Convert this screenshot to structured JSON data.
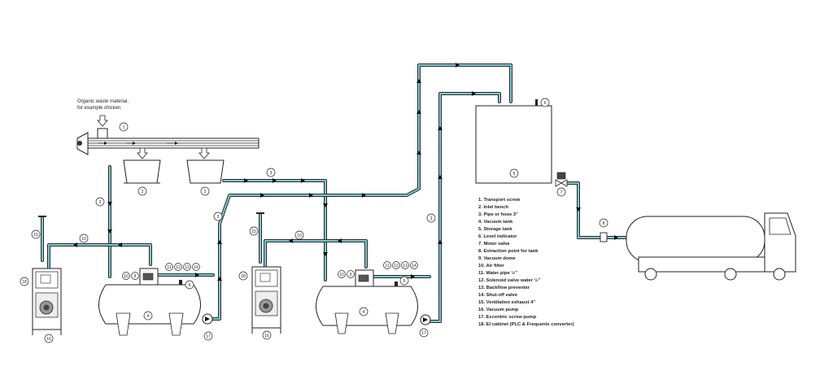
{
  "annotation": {
    "line1": "Organic waste material,",
    "line2": "for example chicken"
  },
  "legend": [
    "1.  Transport screw",
    "2.  Inlet bench",
    "3.  Pipe or hose 3\"",
    "4.  Vacuum tank",
    "5.  Storage tank",
    "6.  Level indicator",
    "7.  Motor valve",
    "8.  Extraction point for tank",
    "9.  Vacuum dome",
    "10. Air filter",
    "11. Water pipe ½\"",
    "12. Solenoid valve water ½\"",
    "13. Backflow preventer",
    "14. Shut-off valve",
    "15. Ventilation exhaust 4\"",
    "16. Vacuum pump",
    "17. Eccentric screw pump",
    "18. El cabinet (PLC & Frequents converter)"
  ],
  "labels": {
    "n1": "1",
    "n2": "2",
    "n3": "3",
    "n4": "4",
    "n5": "5",
    "n6": "6",
    "n7": "7",
    "n8": "8",
    "n9": "9",
    "n10": "10",
    "n11": "11",
    "n12": "12",
    "n13": "13",
    "n14": "14",
    "n15": "15",
    "n16": "16",
    "n17": "17",
    "n18": "18"
  },
  "colors": {
    "pipe_fill": "#7ec8cf",
    "outline": "#222222"
  }
}
